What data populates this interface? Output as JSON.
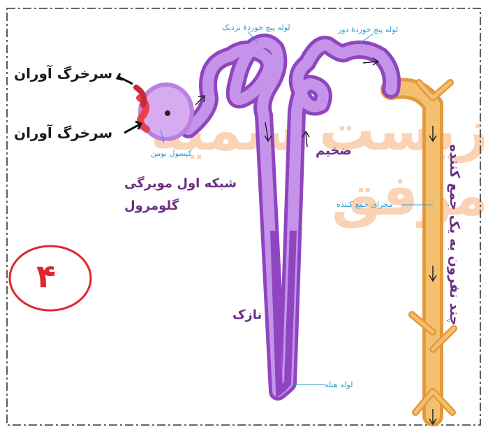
{
  "labels": {
    "afferent_arteriole": "سرخرگ آوران",
    "efferent_arteriole": "سرخرگ آوران",
    "glomerulus_line1": "شبکه اول مویرگی",
    "glomerulus_line2": "گلومرول",
    "bowman_capsule": "کپسول بومن",
    "proximal_tubule": "لوله پیچ خوردهٔ نزدیک",
    "distal_tubule": "لوله پیچ خوردهٔ دور",
    "thick_segment": "ضخیم",
    "thin_segment": "نازک",
    "loop_of_henle": "لوله هنله",
    "collecting_duct": "مجرای جمع کننده",
    "several_nephrons": "چند نفرون به یک جمع کننده",
    "circled_number": "۴"
  },
  "watermark": "زیست سمیه موفق",
  "colors": {
    "tubule": "#a35ad0",
    "tubule_light": "#c79be6",
    "capsule": "#c88ee8",
    "collecting_duct": "#f0b35c",
    "vessel_red": "#e8404a",
    "label_cyan": "#2f9fcf",
    "annotation_purple": "#6a2f86",
    "circle_red": "#e0262f",
    "watermark": "#f7b07a"
  }
}
